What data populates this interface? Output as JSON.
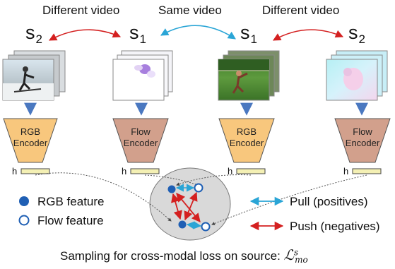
{
  "headers": {
    "left": "Different video",
    "middle": "Same video",
    "right": "Different video"
  },
  "symbols": [
    {
      "letter": "s",
      "sub": "2"
    },
    {
      "letter": "s",
      "sub": "1"
    },
    {
      "letter": "s",
      "sub": "1"
    },
    {
      "letter": "s",
      "sub": "2"
    }
  ],
  "encoders": [
    {
      "line1": "RGB",
      "line2": "Encoder",
      "color": "#f8c77d"
    },
    {
      "line1": "Flow",
      "line2": "Encoder",
      "color": "#d2a08c"
    },
    {
      "line1": "RGB",
      "line2": "Encoder",
      "color": "#f8c77d"
    },
    {
      "line1": "Flow",
      "line2": "Encoder",
      "color": "#d2a08c"
    }
  ],
  "feature_label": "h",
  "legend": {
    "rgb_feature": "RGB feature",
    "flow_feature": "Flow feature",
    "pull": "Pull (positives)",
    "push": "Push (negatives)"
  },
  "caption": {
    "text": "Sampling for cross-modal loss on source:",
    "loss_symbol": "ℒ",
    "loss_sup": "s",
    "loss_sub": "mo"
  },
  "colors": {
    "rgb_dot": "#1f5fb4",
    "pull_arrow": "#2aa5d6",
    "push_arrow": "#d42020",
    "down_arrow": "#4a78c0",
    "feature_bar": "#f4f0b4",
    "circle_fill": "#d9d9d9"
  }
}
